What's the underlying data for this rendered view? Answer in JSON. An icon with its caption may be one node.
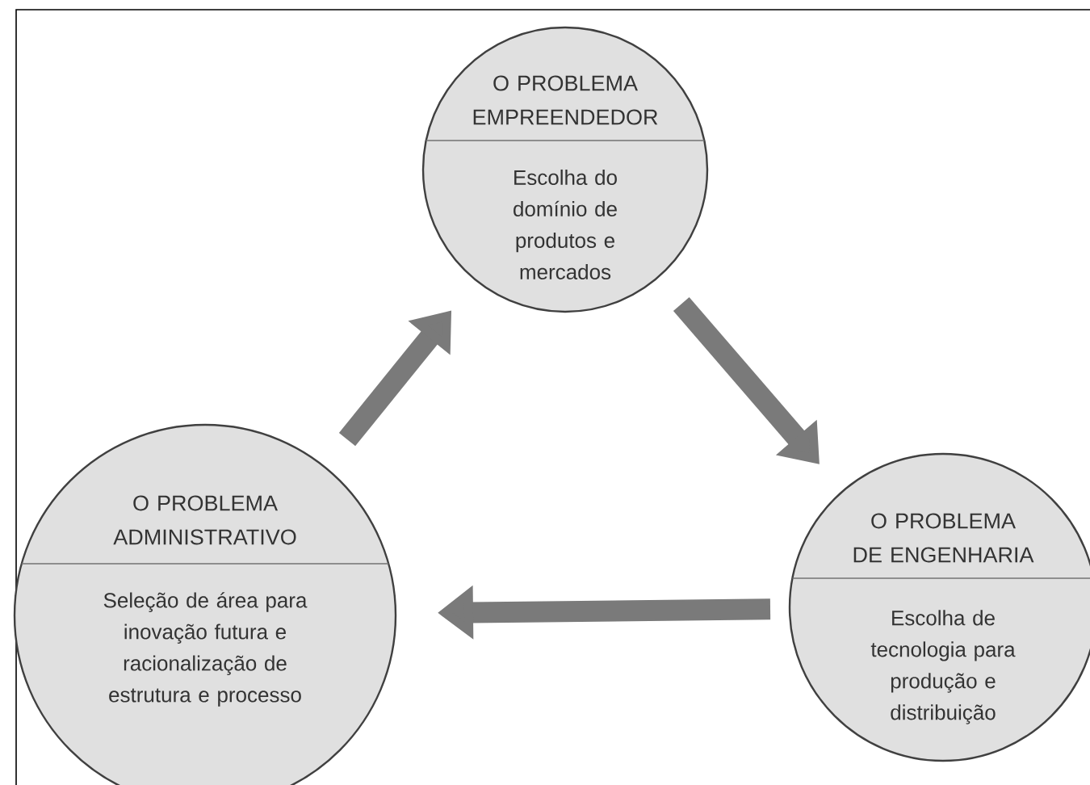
{
  "diagram": {
    "nodes": [
      {
        "text": [
          "O PROBLEMA EMPREENDEDOR",
          "Escolha do domínio de produtos e mercados"
        ]
      },
      {
        "text": [
          "O PROBLEMA DE ENGENHARIA",
          "Escolha de tecnologia para produção e distribuição"
        ]
      },
      {
        "text": [
          "O PROBLEMA ADMINISTRATIVO",
          "Seleção de área para inovação futura e racionalização de estrutura e processo"
        ]
      }
    ],
    "edges": [
      {
        "from": 0,
        "to": 1,
        "arrow": "to"
      },
      {
        "from": 1,
        "to": 2,
        "arrow": "to"
      },
      {
        "from": 2,
        "to": 0,
        "arrow": "to"
      }
    ]
  }
}
